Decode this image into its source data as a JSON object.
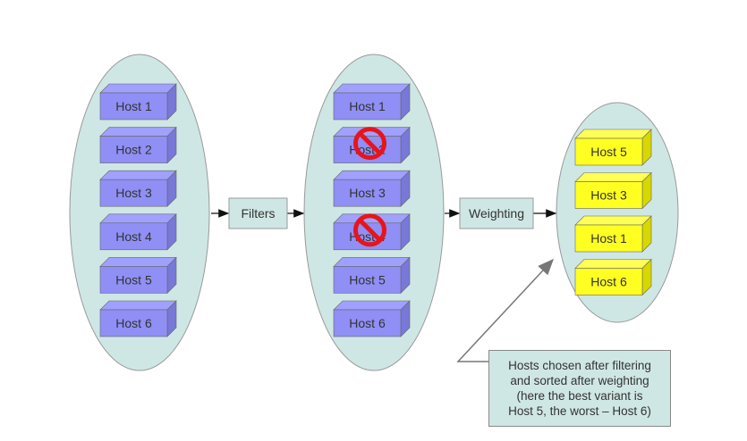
{
  "colors": {
    "ellipse": "#cfe7e4",
    "host_blue": "#8f8ff5",
    "host_yellow": "#ffff22",
    "process_box": "#cfe7e4",
    "forbidden": "#e8141b"
  },
  "stages": [
    {
      "name": "all-hosts",
      "hosts": [
        {
          "label": "Host 1"
        },
        {
          "label": "Host 2"
        },
        {
          "label": "Host 3"
        },
        {
          "label": "Host 4"
        },
        {
          "label": "Host 5"
        },
        {
          "label": "Host 6"
        }
      ]
    },
    {
      "name": "filtered-hosts",
      "hosts": [
        {
          "label": "Host 1"
        },
        {
          "label": "Host 2",
          "filtered_out": true
        },
        {
          "label": "Host 3"
        },
        {
          "label": "Host 4",
          "filtered_out": true
        },
        {
          "label": "Host 5"
        },
        {
          "label": "Host 6"
        }
      ]
    },
    {
      "name": "weighted-hosts",
      "hosts": [
        {
          "label": "Host 5"
        },
        {
          "label": "Host 3"
        },
        {
          "label": "Host 1"
        },
        {
          "label": "Host 6"
        }
      ]
    }
  ],
  "process": {
    "filters": "Filters",
    "weighting": "Weighting"
  },
  "callout": {
    "lines": [
      "Hosts chosen after filtering",
      "and sorted after weighting",
      "(here the best variant is",
      "Host 5, the worst – Host 6)"
    ]
  }
}
